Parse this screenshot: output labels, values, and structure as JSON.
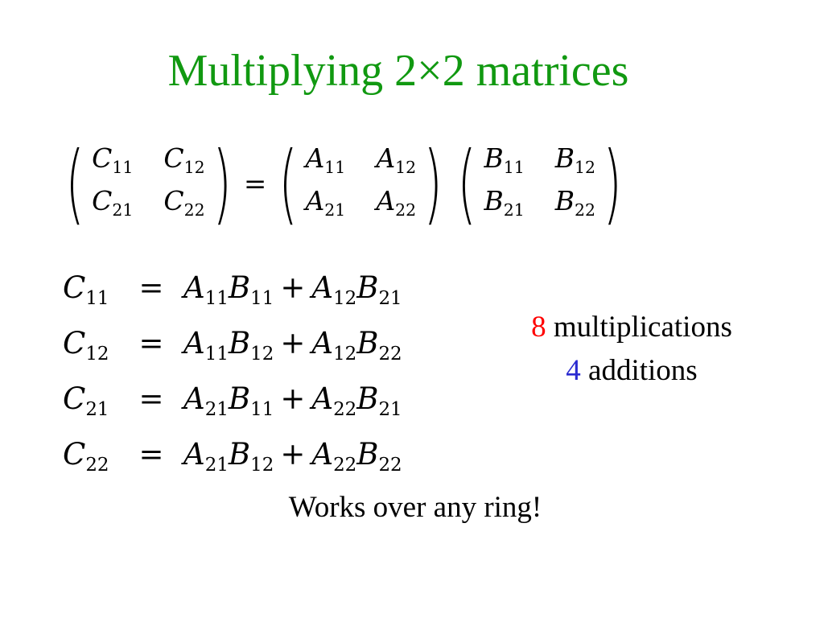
{
  "slide": {
    "title": "Multiplying 2×2 matrices",
    "title_color": "#119911",
    "matrix_equation": {
      "C": [
        [
          "C",
          "11"
        ],
        [
          "C",
          "12"
        ],
        [
          "C",
          "21"
        ],
        [
          "C",
          "22"
        ]
      ],
      "equals": "=",
      "A": [
        [
          "A",
          "11"
        ],
        [
          "A",
          "12"
        ],
        [
          "A",
          "21"
        ],
        [
          "A",
          "22"
        ]
      ],
      "B": [
        [
          "B",
          "11"
        ],
        [
          "B",
          "12"
        ],
        [
          "B",
          "21"
        ],
        [
          "B",
          "22"
        ]
      ]
    },
    "equations": [
      {
        "lhs": "C",
        "lhs_sub": "11",
        "eq": "=",
        "a1": "A",
        "a1_sub": "11",
        "b1": "B",
        "b1_sub": "11",
        "plus": "+",
        "a2": "A",
        "a2_sub": "12",
        "b2": "B",
        "b2_sub": "21"
      },
      {
        "lhs": "C",
        "lhs_sub": "12",
        "eq": "=",
        "a1": "A",
        "a1_sub": "11",
        "b1": "B",
        "b1_sub": "12",
        "plus": "+",
        "a2": "A",
        "a2_sub": "12",
        "b2": "B",
        "b2_sub": "22"
      },
      {
        "lhs": "C",
        "lhs_sub": "21",
        "eq": "=",
        "a1": "A",
        "a1_sub": "21",
        "b1": "B",
        "b1_sub": "11",
        "plus": "+",
        "a2": "A",
        "a2_sub": "22",
        "b2": "B",
        "b2_sub": "21"
      },
      {
        "lhs": "C",
        "lhs_sub": "22",
        "eq": "=",
        "a1": "A",
        "a1_sub": "21",
        "b1": "B",
        "b1_sub": "12",
        "plus": "+",
        "a2": "A",
        "a2_sub": "22",
        "b2": "B",
        "b2_sub": "22"
      }
    ],
    "counts": {
      "mult_number": "8",
      "mult_label": " multiplications",
      "mult_color": "#ff0000",
      "add_number": "4",
      "add_label": " additions",
      "add_color": "#2a2ad0"
    },
    "footer": "Works over any ring!"
  }
}
